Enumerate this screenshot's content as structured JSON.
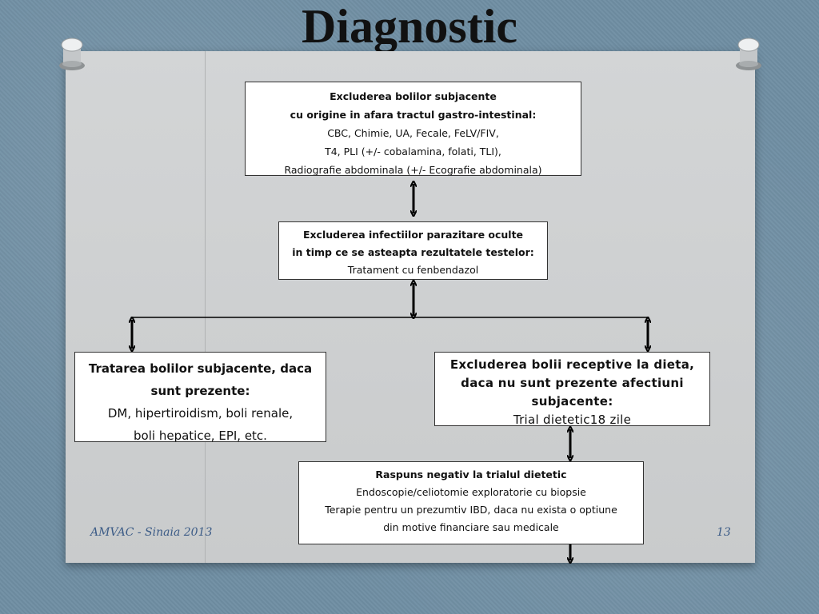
{
  "slide": {
    "title": "Diagnostic",
    "footer_left": "AMVAC - Sinaia 2013",
    "footer_right": "13"
  },
  "flowchart": {
    "box1": {
      "lines": [
        "Excluderea bolilor subjacente",
        "cu origine in afara tractul gastro-intestinal:",
        "CBC, Chimie, UA, Fecale, FeLV/FIV,",
        "T4, PLI (+/- cobalamina, folati, TLI),",
        "Radiografie abdominala (+/- Ecografie abdominala)"
      ]
    },
    "box2": {
      "lines": [
        "Excluderea infectiilor parazitare oculte",
        "in timp ce se asteapta rezultatele testelor:",
        "Tratament cu fenbendazol"
      ]
    },
    "box3": {
      "lines": [
        "Tratarea bolilor subjacente, daca",
        "sunt prezente:",
        "DM, hipertiroidism, boli renale,",
        "boli hepatice, EPI, etc."
      ]
    },
    "box4": {
      "lines": [
        "Excluderea bolii receptive la dieta,",
        "daca nu sunt prezente afectiuni",
        "subjacente:",
        "Trial dietetic18 zile"
      ]
    },
    "box5": {
      "lines": [
        "Raspuns negativ la trialul dietetic",
        "Endoscopie/celiotomie exploratorie cu biopsie",
        "Terapie pentru un prezumtiv IBD, daca nu exista o optiune",
        "din motive financiare sau medicale"
      ]
    }
  }
}
